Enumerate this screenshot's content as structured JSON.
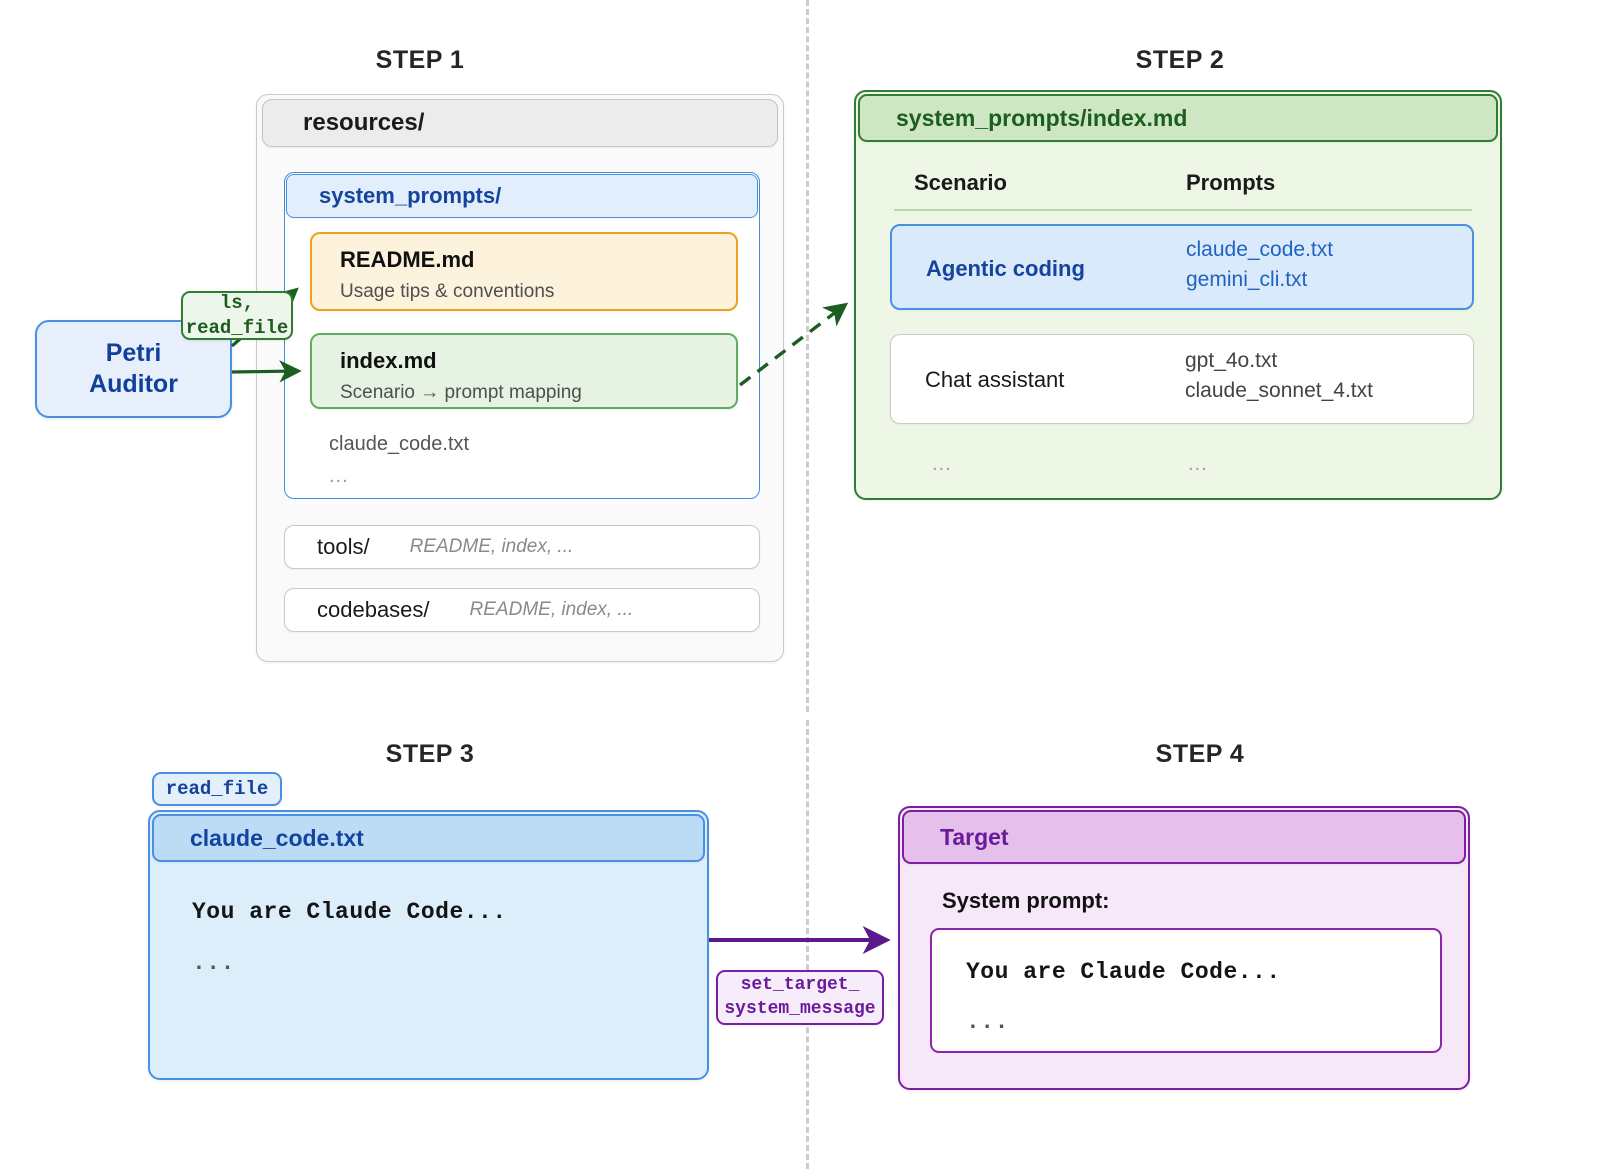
{
  "steps": {
    "step1": "STEP 1",
    "step2": "STEP 2",
    "step3": "STEP 3",
    "step4": "STEP 4"
  },
  "colors": {
    "blue_accent": "#4a90e2",
    "blue_text": "#14449c",
    "green_accent": "#2e7d32",
    "orange_accent": "#eda021",
    "purple_accent": "#7b1fa2",
    "gray_border": "#c9c9c9"
  },
  "actor": {
    "name_line1": "Petri",
    "name_line2": "Auditor"
  },
  "tool_calls": {
    "ls_read_file_line1": "ls,",
    "ls_read_file_line2": "read_file",
    "read_file": "read_file",
    "set_target_line1": "set_target_",
    "set_target_line2": "system_message"
  },
  "step1": {
    "root_dir": "resources/",
    "system_prompts_dir": "system_prompts/",
    "files": [
      {
        "name": "README.md",
        "description": "Usage tips & conventions"
      },
      {
        "name": "index.md",
        "description": "Scenario → prompt mapping"
      }
    ],
    "plain_files": [
      "claude_code.txt",
      "..."
    ],
    "subdirs": [
      {
        "name": "tools/",
        "hint": "README, index, ..."
      },
      {
        "name": "codebases/",
        "hint": "README, index, ..."
      }
    ]
  },
  "step2": {
    "title": "system_prompts/index.md",
    "columns": [
      "Scenario",
      "Prompts"
    ],
    "rows": [
      {
        "scenario": "Agentic coding",
        "prompts": [
          "claude_code.txt",
          "gemini_cli.txt"
        ],
        "highlighted": true
      },
      {
        "scenario": "Chat assistant",
        "prompts": [
          "gpt_4o.txt",
          "claude_sonnet_4.txt"
        ],
        "highlighted": false
      }
    ],
    "ellipsis_scenario": "...",
    "ellipsis_prompts": "..."
  },
  "step3": {
    "title": "claude_code.txt",
    "body_line1": "You are Claude Code...",
    "body_line2": "..."
  },
  "step4": {
    "title": "Target",
    "label": "System prompt:",
    "prompt_line1": "You are Claude Code...",
    "prompt_line2": "..."
  }
}
